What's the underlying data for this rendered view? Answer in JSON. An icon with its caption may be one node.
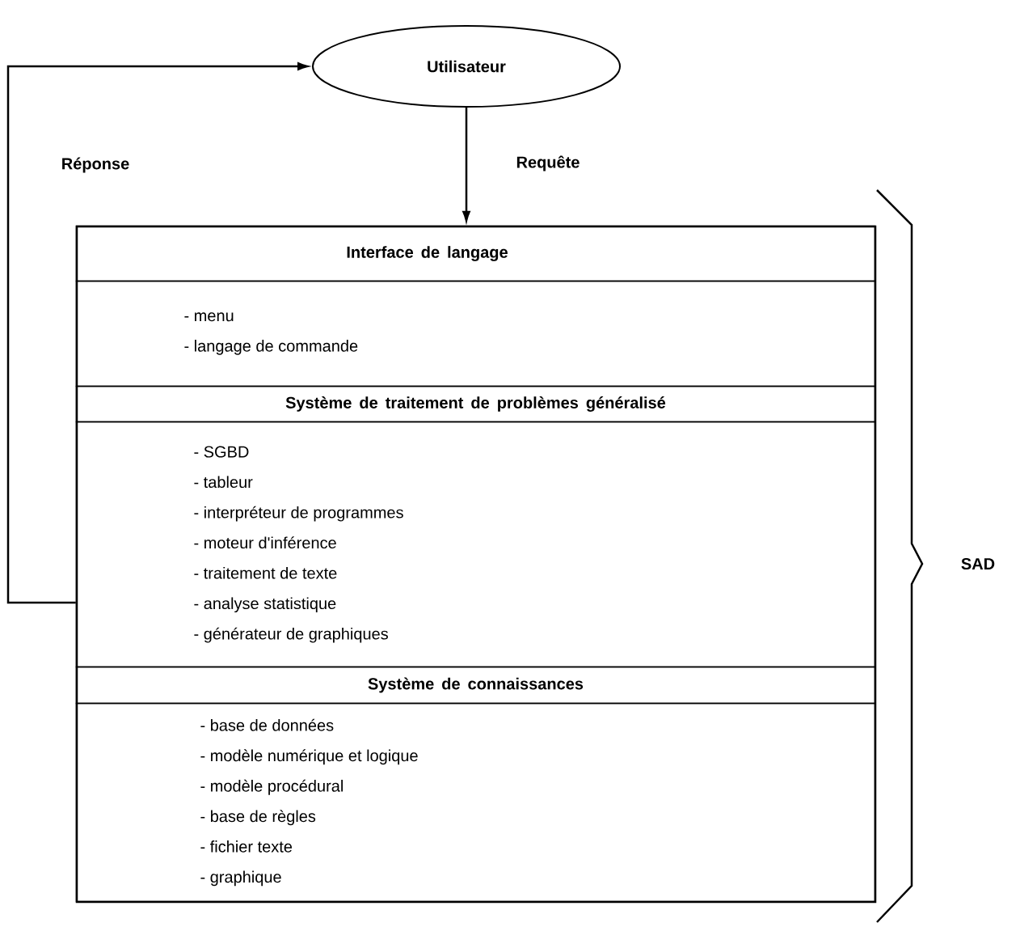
{
  "diagram": {
    "nodes": [
      {
        "text": [
          "Utilisateur"
        ]
      },
      {
        "text": [],
        "shape": "box"
      },
      {
        "text": [
          "Interface de langage"
        ],
        "in": 1
      },
      {
        "text": [
          "- menu",
          "- langage de commande"
        ],
        "in": 1
      },
      {
        "text": [
          "Système de traitement de problèmes généralisé"
        ],
        "in": 1
      },
      {
        "text": [
          "- SGBD",
          "- tableur",
          "- interpréteur de programmes",
          "- moteur d'inférence",
          "- traitement de texte",
          "- analyse statistique",
          "- générateur de graphiques"
        ],
        "in": 1
      },
      {
        "text": [
          "Système de connaissances"
        ],
        "in": 1
      },
      {
        "text": [
          "- base de données",
          "- modèle numérique et logique",
          "- modèle procédural",
          "- base de règles",
          "- fichier texte",
          "- graphique"
        ],
        "in": 1
      }
    ],
    "edges": [
      {
        "from": 0,
        "to": 1,
        "arrow": "to",
        "label": "Requête"
      },
      {
        "from": 1,
        "to": 0,
        "arrow": "to",
        "label": "Réponse"
      }
    ],
    "labels": [
      "SAD"
    ]
  }
}
